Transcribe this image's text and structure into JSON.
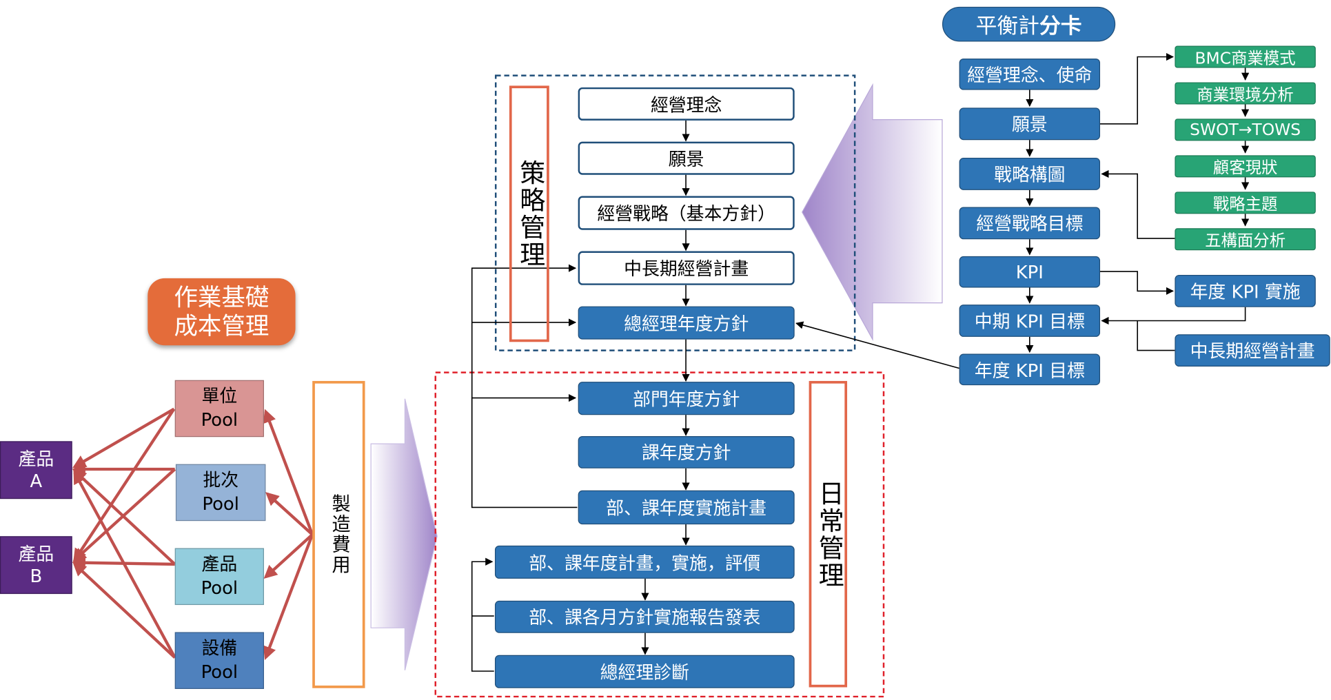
{
  "bsc_title": "平衡計",
  "bsc_title_bold": "分卡",
  "abc_title_line1": "作業基礎",
  "abc_title_line2": "成本管理",
  "strategy_label": "策略管理",
  "daily_label": "日常管理",
  "cost_label": "製造費用",
  "strategy_boxes": [
    "經營理念",
    "願景",
    "經營戰略（基本方針）",
    "中長期經營計畫",
    "總經理年度方針"
  ],
  "daily_boxes": [
    "部門年度方針",
    "課年度方針",
    "部、課年度實施計畫",
    "部、課年度計畫，實施，評價",
    "部、課各月方針實施報告發表",
    "總經理診斷"
  ],
  "bsc_chain": [
    "經營理念、使命",
    "願景",
    "戰略構圖",
    "經營戰略目標",
    "KPI",
    "中期 KPI 目標",
    "年度 KPI 目標"
  ],
  "green_chain": [
    "BMC商業模式",
    "商業環境分析",
    "SWOT→TOWS",
    "顧客現狀",
    "戰略主題",
    "五構面分析"
  ],
  "kpi_side": [
    "年度 KPI 實施",
    "中長期經營計畫"
  ],
  "products": [
    {
      "line1": "產品",
      "line2": "A"
    },
    {
      "line1": "產品",
      "line2": "B"
    }
  ],
  "pools": [
    {
      "line1": "單位",
      "line2": "Pool",
      "color": "#d99594"
    },
    {
      "line1": "批次",
      "line2": "Pool",
      "color": "#95b3d7"
    },
    {
      "line1": "產品",
      "line2": "Pool",
      "color": "#93cddd"
    },
    {
      "line1": "設備",
      "line2": "Pool",
      "color": "#4f81bd"
    }
  ],
  "colors": {
    "blue_box": "#2e75b6",
    "green_box": "#28a475",
    "product": "#5b2c83",
    "pill_orange": "#e46c3a",
    "bsc_pill": "#2e75b6",
    "strategy_frame": "#1f4e79",
    "daily_frame": "#e0202a",
    "label_frame": "#e2674a",
    "cost_frame": "#f2994a",
    "red_arrow": "#c0504d",
    "big_arrow": "#9f85c9"
  }
}
